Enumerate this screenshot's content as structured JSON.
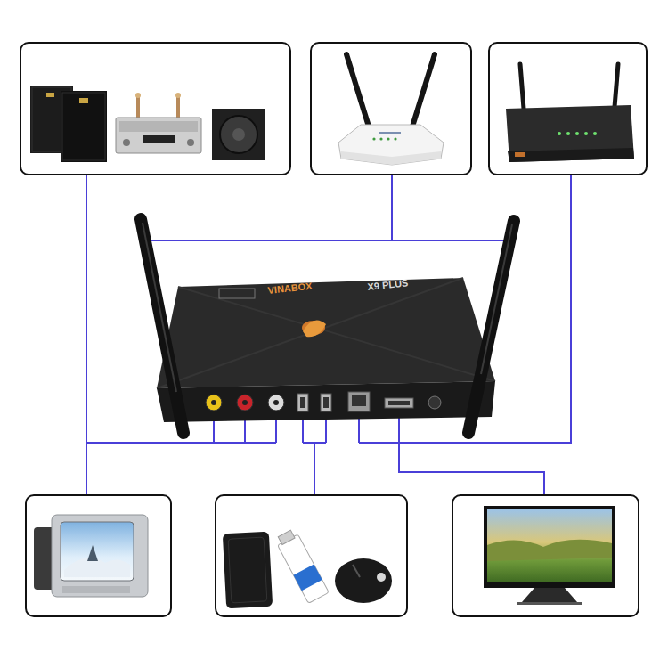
{
  "diagram": {
    "nodes": [
      {
        "text": []
      },
      {
        "text": []
      },
      {
        "text": []
      },
      {
        "text": [
          "VINABOX",
          "X9 PLUS"
        ]
      },
      {
        "text": []
      },
      {
        "text": []
      },
      {
        "text": []
      }
    ],
    "edges": [
      {
        "from": 0,
        "to": 3,
        "arrow": "none"
      },
      {
        "from": 1,
        "to": 3,
        "arrow": "none"
      },
      {
        "from": 2,
        "to": 3,
        "arrow": "none"
      },
      {
        "from": 3,
        "to": 4,
        "arrow": "none"
      },
      {
        "from": 3,
        "to": 5,
        "arrow": "none"
      },
      {
        "from": 3,
        "to": 6,
        "arrow": "none"
      }
    ]
  }
}
